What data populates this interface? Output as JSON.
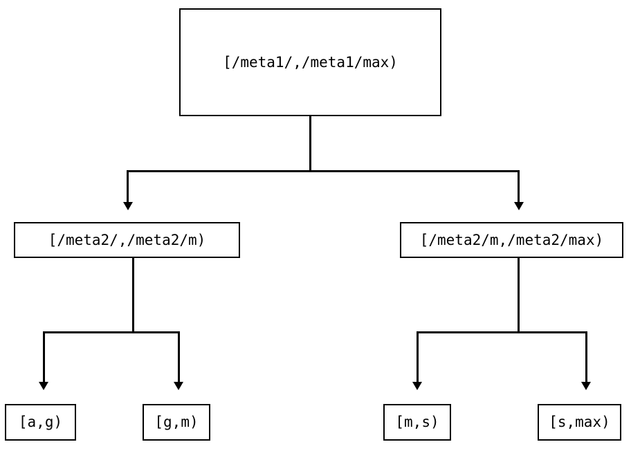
{
  "diagram": {
    "type": "tree",
    "orientation": "top-down",
    "background_color": "#ffffff",
    "line_color": "#000000",
    "text_color": "#000000",
    "nodes": {
      "root": {
        "label": "[/meta1/,/meta1/max)",
        "level": 0
      },
      "mid": [
        {
          "label": "[/meta2/,/meta2/m)",
          "level": 1
        },
        {
          "label": "[/meta2/m,/meta2/max)",
          "level": 1
        }
      ],
      "leaves": [
        {
          "label": "[a,g)",
          "level": 2
        },
        {
          "label": "[g,m)",
          "level": 2
        },
        {
          "label": "[m,s)",
          "level": 2
        },
        {
          "label": "[s,max)",
          "level": 2
        }
      ]
    },
    "edges": [
      {
        "from": "root",
        "to": "mid.0",
        "arrow": "arrowhead-down-icon"
      },
      {
        "from": "root",
        "to": "mid.1",
        "arrow": "arrowhead-down-icon"
      },
      {
        "from": "mid.0",
        "to": "leaves.0",
        "arrow": "arrowhead-down-icon"
      },
      {
        "from": "mid.0",
        "to": "leaves.1",
        "arrow": "arrowhead-down-icon"
      },
      {
        "from": "mid.1",
        "to": "leaves.2",
        "arrow": "arrowhead-down-icon"
      },
      {
        "from": "mid.1",
        "to": "leaves.3",
        "arrow": "arrowhead-down-icon"
      }
    ]
  }
}
